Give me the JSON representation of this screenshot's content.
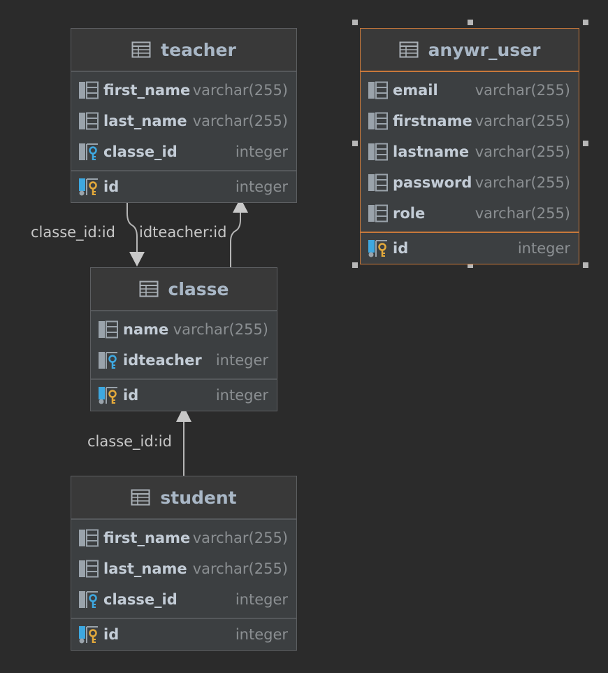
{
  "colors": {
    "background": "#2b2b2b",
    "table_bg": "#3c3f41",
    "selection": "#c8783a",
    "fk_key": "#3ea8e0",
    "pk_key": "#e3a93b"
  },
  "tables": {
    "teacher": {
      "name": "teacher",
      "columns": [
        {
          "name": "first_name",
          "type": "varchar(255)",
          "kind": "column"
        },
        {
          "name": "last_name",
          "type": "varchar(255)",
          "kind": "column"
        },
        {
          "name": "classe_id",
          "type": "integer",
          "kind": "foreign-key"
        }
      ],
      "pk": {
        "name": "id",
        "type": "integer"
      }
    },
    "anywr_user": {
      "name": "anywr_user",
      "selected": true,
      "columns": [
        {
          "name": "email",
          "type": "varchar(255)",
          "kind": "column"
        },
        {
          "name": "firstname",
          "type": "varchar(255)",
          "kind": "column"
        },
        {
          "name": "lastname",
          "type": "varchar(255)",
          "kind": "column"
        },
        {
          "name": "password",
          "type": "varchar(255)",
          "kind": "column"
        },
        {
          "name": "role",
          "type": "varchar(255)",
          "kind": "column"
        }
      ],
      "pk": {
        "name": "id",
        "type": "integer"
      }
    },
    "classe": {
      "name": "classe",
      "columns": [
        {
          "name": "name",
          "type": "varchar(255)",
          "kind": "column"
        },
        {
          "name": "idteacher",
          "type": "integer",
          "kind": "foreign-key"
        }
      ],
      "pk": {
        "name": "id",
        "type": "integer"
      }
    },
    "student": {
      "name": "student",
      "columns": [
        {
          "name": "first_name",
          "type": "varchar(255)",
          "kind": "column"
        },
        {
          "name": "last_name",
          "type": "varchar(255)",
          "kind": "column"
        },
        {
          "name": "classe_id",
          "type": "integer",
          "kind": "foreign-key"
        }
      ],
      "pk": {
        "name": "id",
        "type": "integer"
      }
    }
  },
  "relations": {
    "teacher_to_classe": "classe_id:id",
    "classe_to_teacher": "idteacher:id",
    "student_to_classe": "classe_id:id"
  }
}
